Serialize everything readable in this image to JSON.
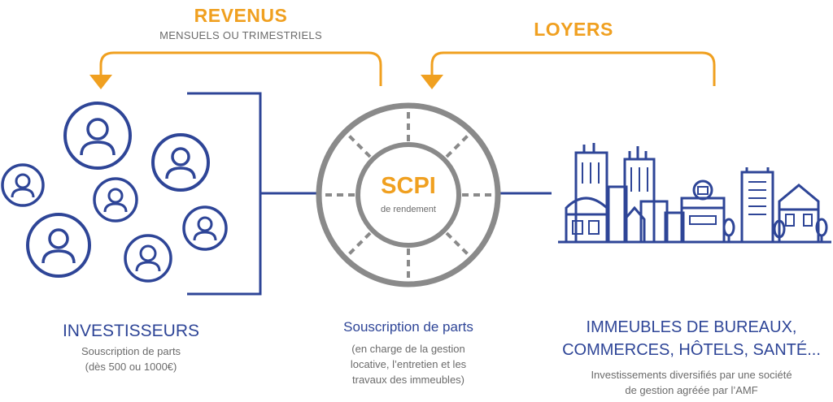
{
  "top_left": {
    "title": "REVENUS",
    "subtitle": "MENSUELS OU TRIMESTRIELS"
  },
  "top_right": {
    "title": "LOYERS"
  },
  "center_disc": {
    "title": "SCPI",
    "subtitle": "de rendement"
  },
  "investors": {
    "title": "INVESTISSEURS",
    "line1": "Souscription de parts",
    "line2": "(dès 500 ou 1000€)"
  },
  "scpi_caption": {
    "title": "Souscription de parts",
    "line1": "(en charge de la gestion",
    "line2": "locative, l’entretien et les",
    "line3": "travaux des immeubles)"
  },
  "buildings": {
    "title1": "IMMEUBLES DE BUREAUX,",
    "title2": "COMMERCES, HÔTELS, SANTÉ...",
    "line1": "Investissements diversifiés par une société",
    "line2": "de gestion agréée par l’AMF"
  },
  "colors": {
    "orange": "#f0a020",
    "navy": "#2e4597",
    "grey": "#6b6b6b",
    "disc": "#8a8a8a"
  },
  "icons": [
    "user-icon",
    "arrow-down-icon",
    "city-buildings-icon",
    "shopping-bag-icon"
  ]
}
